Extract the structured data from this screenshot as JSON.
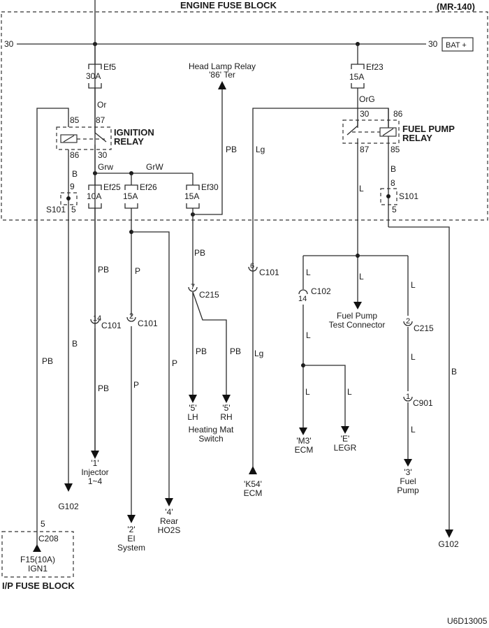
{
  "title": "ENGINE FUSE BLOCK",
  "code": "(MR-140)",
  "figure_id": "U6D13005",
  "power": {
    "left_term": "30",
    "right_term": "30",
    "source": "BAT +"
  },
  "fuses": {
    "ef5": {
      "name": "Ef5",
      "rating": "30A"
    },
    "ef23": {
      "name": "Ef23",
      "rating": "15A"
    },
    "ef25": {
      "name": "Ef25",
      "rating": "10A"
    },
    "ef26": {
      "name": "Ef26",
      "rating": "15A"
    },
    "ef30": {
      "name": "Ef30",
      "rating": "15A"
    }
  },
  "ignition_relay": {
    "label_line1": "IGNITION",
    "label_line2": "RELAY",
    "pins": {
      "p85": "85",
      "p87": "87",
      "p86": "86",
      "p30": "30"
    }
  },
  "fuel_pump_relay": {
    "label_line1": "FUEL PUMP",
    "label_line2": "RELAY",
    "pins": {
      "p30": "30",
      "p86": "86",
      "p87": "87",
      "p85": "85"
    }
  },
  "head_lamp": {
    "line1": "Head Lamp Relay",
    "line2": "'86' Ter"
  },
  "wires": {
    "or": "Or",
    "org": "OrG",
    "grw1": "Grw",
    "grw2": "GrW",
    "pb_headlamp": "PB",
    "lg_top": "Lg",
    "lg_bottom": "Lg",
    "b_ign": "B",
    "b_ign_low": "B",
    "b_fp": "B",
    "b_fp_low": "B",
    "pb_ign_left": "PB",
    "pb_ef25": "PB",
    "pb_ef25_low": "PB",
    "p_ef26": "P",
    "p_ef26_low": "P",
    "p_rear": "P",
    "pb_ef30": "PB",
    "pb_lh": "PB",
    "pb_rh": "PB",
    "l_fp87": "L",
    "l_c102_top": "L",
    "l_c102_low": "L",
    "l_test": "L",
    "l_c215_top": "L",
    "l_c215_mid": "L",
    "l_c901_low": "L",
    "l_m3": "L",
    "l_legr": "L"
  },
  "splices": {
    "s101_left": {
      "name": "S101",
      "pin_top": "9",
      "pin_bottom": "5"
    },
    "s101_right": {
      "name": "S101",
      "pin_top": "8",
      "pin_bottom": "5"
    }
  },
  "connectors": {
    "c101_14": {
      "pin": "14",
      "name": "C101"
    },
    "c101_2": {
      "pin": "2",
      "name": "C101"
    },
    "c101_6": {
      "pin": "6",
      "name": "C101"
    },
    "c215_7": {
      "pin": "7",
      "name": "C215"
    },
    "c102_14": {
      "pin": "14",
      "name": "C102"
    },
    "c215_2": {
      "pin": "2",
      "name": "C215"
    },
    "c901_1": {
      "pin": "1",
      "name": "C901"
    },
    "c208_5": {
      "pin": "5",
      "name": "C208"
    }
  },
  "destinations": {
    "injector": {
      "l1": "'1'",
      "l2": "Injector",
      "l3": "1~4"
    },
    "ei_system": {
      "l1": "'2'",
      "l2": "EI",
      "l3": "System"
    },
    "rear_ho2s": {
      "l1": "'4'",
      "l2": "Rear",
      "l3": "HO2S"
    },
    "lh": {
      "l1": "'5'",
      "l2": "LH"
    },
    "rh": {
      "l1": "'5'",
      "l2": "RH"
    },
    "heating_mat": {
      "l1": "Heating Mat",
      "l2": "Switch"
    },
    "k54_ecm": {
      "l1": "'K54'",
      "l2": "ECM"
    },
    "m3_ecm": {
      "l1": "'M3'",
      "l2": "ECM"
    },
    "e_legr": {
      "l1": "'E'",
      "l2": "LEGR"
    },
    "fuel_pump_test": {
      "l1": "Fuel Pump",
      "l2": "Test Connector"
    },
    "fuel_pump": {
      "l1": "'3'",
      "l2": "Fuel",
      "l3": "Pump"
    },
    "g102_left": {
      "l1": "G102"
    },
    "g102_right": {
      "l1": "G102"
    }
  },
  "ip_fuse_block": {
    "title": "I/P FUSE BLOCK",
    "fuse_line1": "F15(10A)",
    "fuse_line2": "IGN1"
  }
}
